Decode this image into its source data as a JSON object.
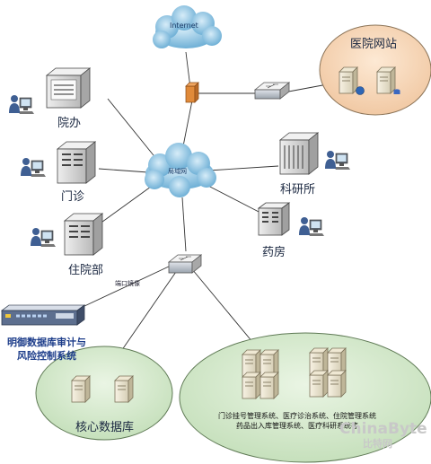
{
  "nodes": {
    "internet": "Internet",
    "lan": "局域网",
    "hospital_site": "医院网站",
    "president_office": "院办",
    "outpatient": "门诊",
    "inpatient": "住院部",
    "research": "科研所",
    "pharmacy": "药房",
    "port_mirror": "端口镜像",
    "audit_system_line1": "明御数据库审计与",
    "audit_system_line2": "风险控制系统",
    "core_db": "核心数据库",
    "systems_line1": "门诊挂号管理系统、医疗诊治系统、住院管理系统",
    "systems_line2": "药品出入库管理系统、医疗科研系统等"
  },
  "watermark": {
    "brand": "ChinaByte",
    "sub": "比特网"
  },
  "colors": {
    "ellipse_fill": "#d7ead0",
    "site_ellipse_fill": "#f6d7b8",
    "cloud": "#8fc6e2",
    "firewall": "#e08a3a"
  }
}
